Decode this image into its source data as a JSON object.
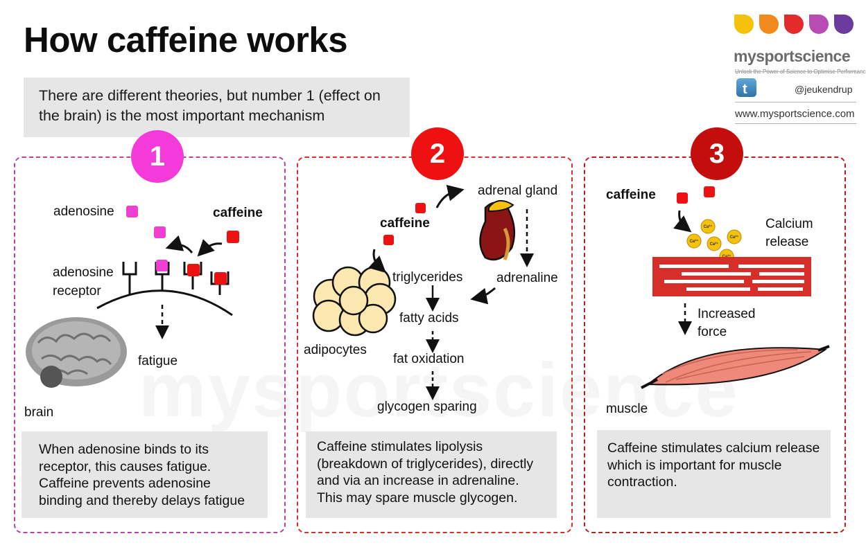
{
  "title": "How caffeine works",
  "intro": "There are different theories, but number 1 (effect on the brain) is the most important mechanism",
  "brand": {
    "name": "mysportscience",
    "tagline": "Unlock the Power of Science to Optimise Performance",
    "twitter_handle": "@jeukendrup",
    "website": "www.mysportscience.com",
    "watermark": "mysportscience",
    "dot_colors": [
      "#f4c20d",
      "#f08a1c",
      "#e32b2b",
      "#b84cb3",
      "#6b3c9e"
    ]
  },
  "panels": [
    {
      "number": "1",
      "color": "#f43ad8",
      "labels": {
        "adenosine": "adenosine",
        "caffeine": "caffeine",
        "receptor": "adenosine\nreceptor",
        "fatigue": "fatigue",
        "brain": "brain"
      },
      "caption": "When adenosine binds to its receptor, this causes fatigue. Caffeine prevents adenosine binding and thereby delays fatigue"
    },
    {
      "number": "2",
      "color": "#ee1111",
      "labels": {
        "adrenal_gland": "adrenal gland",
        "caffeine": "caffeine",
        "triglycerides": "triglycerides",
        "adrenaline": "adrenaline",
        "fatty_acids": "fatty acids",
        "adipocytes": "adipocytes",
        "fat_oxidation": "fat oxidation",
        "glycogen_sparing": "glycogen sparing"
      },
      "caption": "Caffeine stimulates lipolysis (breakdown of triglycerides), directly and via an increase in adrenaline. This may spare muscle glycogen."
    },
    {
      "number": "3",
      "color": "#c40d0d",
      "labels": {
        "caffeine": "caffeine",
        "calcium_release": "Calcium\nrelease",
        "increased_force": "Increased\nforce",
        "muscle": "muscle",
        "ion": "Ca²⁺"
      },
      "caption": "Caffeine stimulates calcium release which is important for muscle contraction."
    }
  ]
}
